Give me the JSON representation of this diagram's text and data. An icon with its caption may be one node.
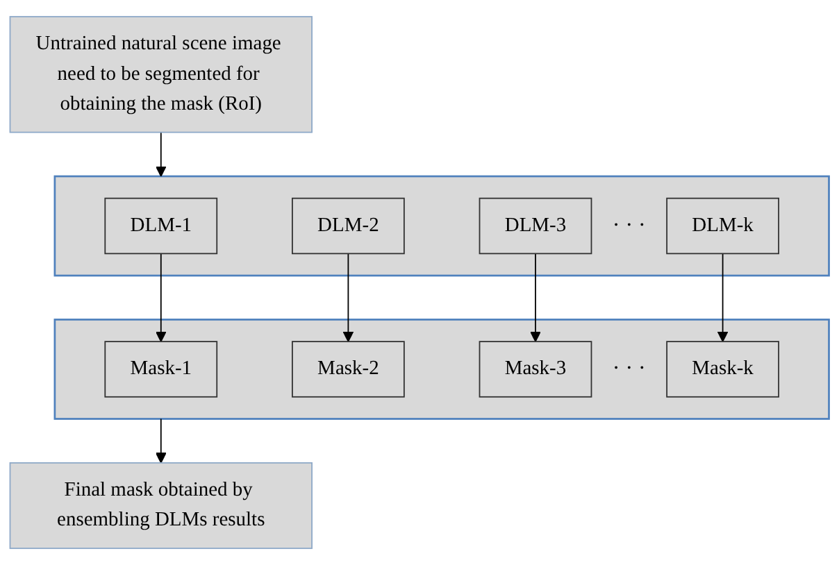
{
  "diagram": {
    "nodes": [
      {
        "text": [
          "Untrained natural scene image need to be segmented for obtaining the mask (RoI)"
        ]
      },
      {
        "text": [],
        "shape": "band"
      },
      {
        "text": [
          "DLM-1"
        ],
        "in": 1
      },
      {
        "text": [
          "DLM-2"
        ],
        "in": 1
      },
      {
        "text": [
          "DLM-3"
        ],
        "in": 1
      },
      {
        "text": [
          "DLM-k"
        ],
        "in": 1
      },
      {
        "text": [],
        "shape": "band"
      },
      {
        "text": [
          "Mask-1"
        ],
        "in": 6
      },
      {
        "text": [
          "Mask-2"
        ],
        "in": 6
      },
      {
        "text": [
          "Mask-3"
        ],
        "in": 6
      },
      {
        "text": [
          "Mask-k"
        ],
        "in": 6
      },
      {
        "text": [
          "Final mask obtained by ensembling DLMs results"
        ]
      }
    ],
    "edges": [
      {
        "from": 0,
        "to": 1,
        "arrow": "to"
      },
      {
        "from": 2,
        "to": 7,
        "arrow": "to"
      },
      {
        "from": 3,
        "to": 8,
        "arrow": "to"
      },
      {
        "from": 4,
        "to": 9,
        "arrow": "to"
      },
      {
        "from": 5,
        "to": 10,
        "arrow": "to"
      },
      {
        "from": 6,
        "to": 11,
        "arrow": "to"
      }
    ],
    "labels": [
      "· · ·",
      "· · ·"
    ]
  }
}
